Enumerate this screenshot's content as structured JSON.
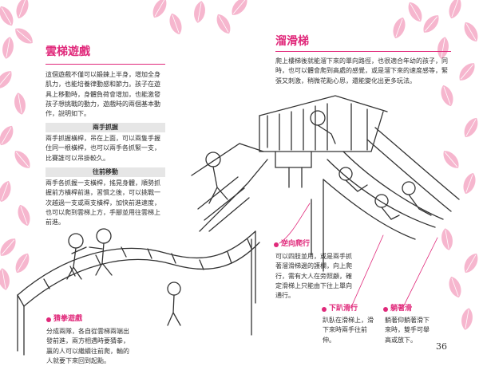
{
  "left": {
    "title": "雲梯遊戲",
    "intro": "這個遊戲不僅可以鍛鍊上半身，增加全身肌力，也能培養律動感和節力。孩子在遊具上移動時，身體負荷會增加，也能激發孩子想挑戰的動力，遊戲時的兩個基本動作，說明如下。",
    "sub1_heading": "兩手抓握",
    "sub1_text": "兩手抓握橫桿，吊在上面，可以兩隻手握住同一根橫桿，也可以兩手各抓緊一支，比賽誰可以吊掛較久。",
    "sub2_heading": "往前移動",
    "sub2_text": "兩手各抓握一支橫桿，搖晃身體，順勢抓握前方橫桿前進，習慣之後，可以挑戰一次越過一支或兩支橫桿，加快前進速度，也可以爬到雲梯上方，手腳並用往雲梯上前進。",
    "relay_label": "猜拳遊戲",
    "relay_text": "分成兩隊，各自從雲梯兩端出發前進，兩方相遇時要猜拳，贏的人可以繼續往前爬，輸的人就要下來回到起點。"
  },
  "right": {
    "title": "溜滑梯",
    "intro": "爬上樓梯後就能溜下來的單向路徑，也很適合年幼的孩子，同時，也可以體會爬到高處的感覺，或是溜下來的速度感等，緊張又刺激，稍微花點心思，還能變化出更多玩法。",
    "reverse_label": "逆向爬行",
    "reverse_text": "可以四肢並用，或是兩手抓著溜滑梯邊的護欄，向上爬行，需有大人在旁照顧，確定滑梯上只能由下往上單向通行。",
    "prone_label": "下趴滑行",
    "prone_text": "趴臥在滑梯上，滑下來時兩手往前伸。",
    "back_label": "躺著滑",
    "back_text": "躺著仰躺著滑下來時，雙手可舉高或放下。"
  },
  "page_number": "36",
  "colors": {
    "accent": "#e0287a",
    "leaf": "#f4a9c6",
    "subhead_bg": "#e6e6e6"
  }
}
